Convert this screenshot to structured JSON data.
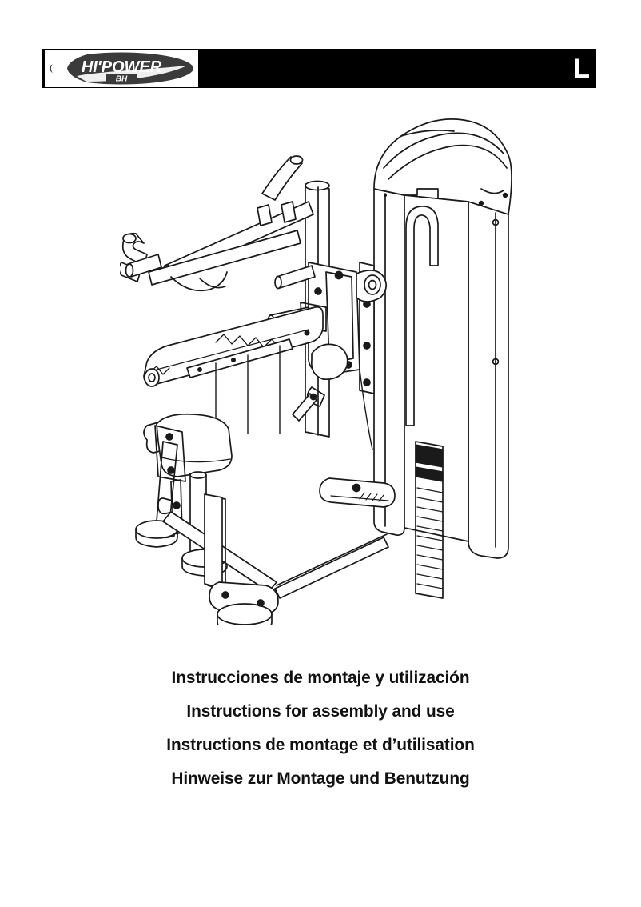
{
  "header": {
    "logo": {
      "icon": "hipower-bh-logo",
      "brand_text": "HI'POWER",
      "sub_brand_text": "BH"
    },
    "right_letter": "L",
    "bar_color": "#000000",
    "logo_box_color": "#ffffff"
  },
  "illustration": {
    "name": "gym-machine-line-drawing",
    "description": "Seated pec deck / rear delt strength machine with weight stack tower",
    "line_color": "#1a1a1a",
    "fill_color": "#ffffff"
  },
  "titles": {
    "lines": [
      "Instrucciones de montaje y utilización",
      "Instructions for assembly and use",
      "Instructions de montage et d’utilisation",
      "Hinweise zur Montage und Benutzung"
    ]
  }
}
